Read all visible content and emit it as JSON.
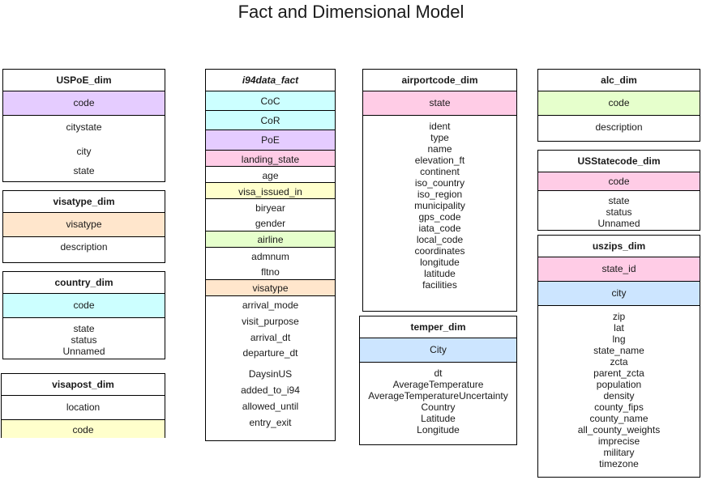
{
  "title": "Fact and Dimensional Model",
  "colors": {
    "purple": "#e5ccff",
    "cyan": "#ccffff",
    "pink": "#ffcce6",
    "peach": "#ffe6cc",
    "yellow": "#ffffcc",
    "green": "#e6ffcc",
    "blue": "#cce5ff"
  },
  "uspoe": {
    "name": "USPoE_dim",
    "key": "code",
    "fields": [
      "citystate",
      "city",
      "state"
    ]
  },
  "visatype": {
    "name": "visatype_dim",
    "key": "visatype",
    "fields": [
      "description"
    ]
  },
  "country": {
    "name": "country_dim",
    "key": "code",
    "fields": [
      "state",
      "status",
      "Unnamed"
    ]
  },
  "visapost": {
    "name": "visapost_dim",
    "fields": [
      "location",
      "code"
    ]
  },
  "fact": {
    "name": "i94data_fact",
    "fields": [
      "CoC",
      "CoR",
      "PoE",
      "landing_state",
      "age",
      "visa_issued_in",
      "biryear",
      "gender",
      "airline",
      "admnum",
      "fltno",
      "visatype",
      "arrival_mode",
      "visit_purpose",
      "arrival_dt",
      "departure_dt",
      "DaysinUS",
      "added_to_i94",
      "allowed_until",
      "entry_exit"
    ]
  },
  "airport": {
    "name": "airportcode_dim",
    "key": "state",
    "fields": [
      "ident",
      "type",
      "name",
      "elevation_ft",
      "continent",
      "iso_country",
      "iso_region",
      "municipality",
      "gps_code",
      "iata_code",
      "local_code",
      "coordinates",
      "longitude",
      "latitude",
      "facilities"
    ]
  },
  "temper": {
    "name": "temper_dim",
    "key": "City",
    "fields": [
      "dt",
      "AverageTemperature",
      "AverageTemperatureUncertainty",
      "Country",
      "Latitude",
      "Longitude"
    ]
  },
  "alc": {
    "name": "alc_dim",
    "key": "code",
    "fields": [
      "description"
    ]
  },
  "usstate": {
    "name": "USStatecode_dim",
    "key": "code",
    "fields": [
      "state",
      "status",
      "Unnamed"
    ]
  },
  "uszips": {
    "name": "uszips_dim",
    "keys": [
      "state_id",
      "city"
    ],
    "fields": [
      "zip",
      "lat",
      "lng",
      "state_name",
      "zcta",
      "parent_zcta",
      "population",
      "density",
      "county_fips",
      "county_name",
      "all_county_weights",
      "imprecise",
      "military",
      "timezone"
    ]
  }
}
